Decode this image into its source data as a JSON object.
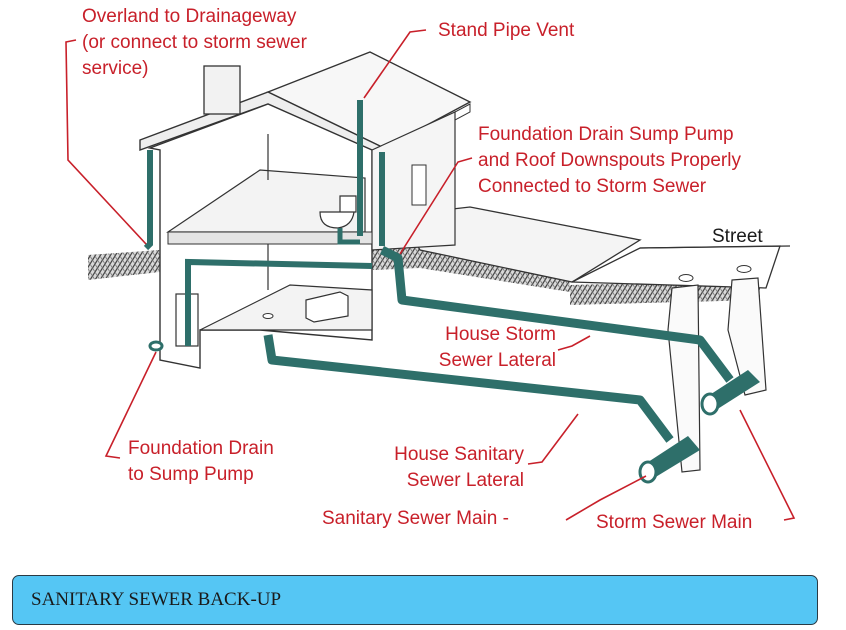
{
  "labels": {
    "overland": [
      "Overland to Drainageway",
      "(or connect to storm sewer",
      "service)"
    ],
    "stand_pipe": "Stand Pipe Vent",
    "foundation_sump": [
      "Foundation Drain Sump Pump",
      "and Roof Downspouts Properly",
      "Connected to Storm Sewer"
    ],
    "street": "Street",
    "house_storm": [
      "House Storm",
      "Sewer Lateral"
    ],
    "foundation_drain": [
      "Foundation Drain",
      "to Sump Pump"
    ],
    "house_sanitary": [
      "House Sanitary",
      "Sewer Lateral"
    ],
    "sanitary_main": "Sanitary Sewer Main -",
    "storm_main": "Storm Sewer Main"
  },
  "caption": "SANITARY SEWER BACK-UP",
  "colors": {
    "label_red": "#c8202a",
    "pipe_teal": "#2e6f6a",
    "caption_fill": "#55c6f4",
    "line_dark": "#333333"
  }
}
